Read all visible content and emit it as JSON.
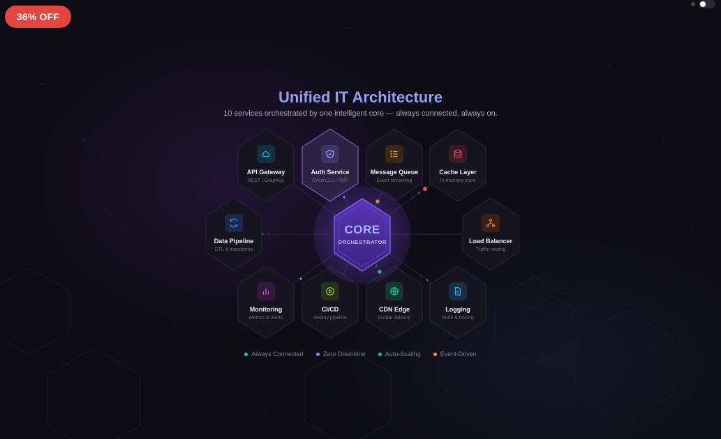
{
  "badge": {
    "label": "36% OFF",
    "color": "#e5453f"
  },
  "header": {
    "title": "Unified IT Architecture",
    "subtitle": "10 services orchestrated by one intelligent core — always connected, always on."
  },
  "core": {
    "title": "CORE",
    "subtitle": "ORCHESTRATOR",
    "color": "#7c4dd6"
  },
  "services": [
    {
      "id": "api-gateway",
      "label": "API Gateway",
      "sub": "REST / GraphQL",
      "icon": "cloud-icon",
      "color": "#2bb7d6"
    },
    {
      "id": "auth-service",
      "label": "Auth Service",
      "sub": "OAuth 2.0 / JWT",
      "icon": "shield-check-icon",
      "color": "#9b8bf0"
    },
    {
      "id": "message-queue",
      "label": "Message Queue",
      "sub": "Event streaming",
      "icon": "list-icon",
      "color": "#e0982a"
    },
    {
      "id": "cache-layer",
      "label": "Cache Layer",
      "sub": "In-memory store",
      "icon": "database-icon",
      "color": "#e0506a"
    },
    {
      "id": "data-pipeline",
      "label": "Data Pipeline",
      "sub": "ETL & transforms",
      "icon": "refresh-icon",
      "color": "#4a8df0"
    },
    {
      "id": "load-balancer",
      "label": "Load Balancer",
      "sub": "Traffic routing",
      "icon": "network-icon",
      "color": "#e8703a"
    },
    {
      "id": "monitoring",
      "label": "Monitoring",
      "sub": "Metrics & alerts",
      "icon": "bar-chart-icon",
      "color": "#c060d0"
    },
    {
      "id": "ci-cd",
      "label": "CI/CD",
      "sub": "Deploy pipeline",
      "icon": "play-circle-icon",
      "color": "#9ccc30"
    },
    {
      "id": "cdn-edge",
      "label": "CDN Edge",
      "sub": "Global delivery",
      "icon": "globe-icon",
      "color": "#20c090"
    },
    {
      "id": "logging",
      "label": "Logging",
      "sub": "Audit & tracing",
      "icon": "file-text-icon",
      "color": "#4aa8e8"
    }
  ],
  "legend": [
    {
      "label": "Always Connected",
      "color": "#20c0c0"
    },
    {
      "label": "Zero Downtime",
      "color": "#a080f0"
    },
    {
      "label": "Auto-Scaling",
      "color": "#20c080"
    },
    {
      "label": "Event-Driven",
      "color": "#f0a020"
    }
  ]
}
